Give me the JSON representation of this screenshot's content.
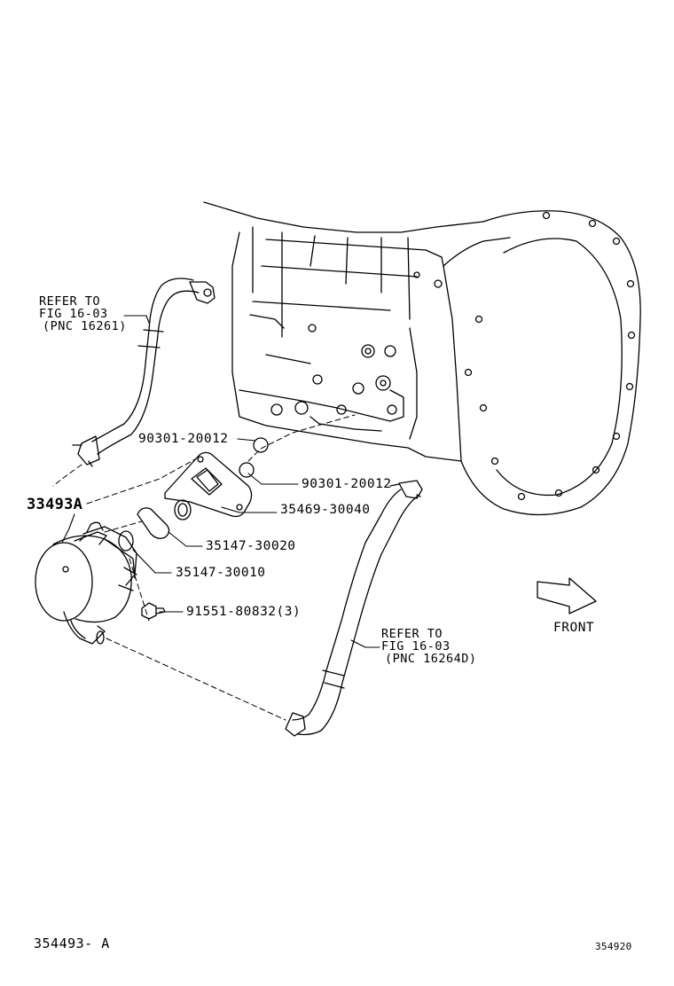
{
  "diagram": {
    "parts": [
      {
        "id": "p1",
        "number": "90301-20012"
      },
      {
        "id": "p2",
        "number": "90301-20012"
      },
      {
        "id": "p3",
        "number": "35469-30040"
      },
      {
        "id": "p4",
        "number": "35147-30020"
      },
      {
        "id": "p5",
        "number": "35147-30010"
      },
      {
        "id": "p6",
        "number": "91551-80832(3)"
      },
      {
        "id": "p7",
        "number": "33493A"
      }
    ],
    "references": [
      {
        "line1": "REFER TO",
        "line2": "FIG 16-03",
        "line3": "(PNC 16261)"
      },
      {
        "line1": "REFER TO",
        "line2": "FIG 16-03",
        "line3": "(PNC 16264D)"
      }
    ],
    "direction_label": "FRONT",
    "footer_left": "354493- A",
    "footer_right": "354920"
  }
}
